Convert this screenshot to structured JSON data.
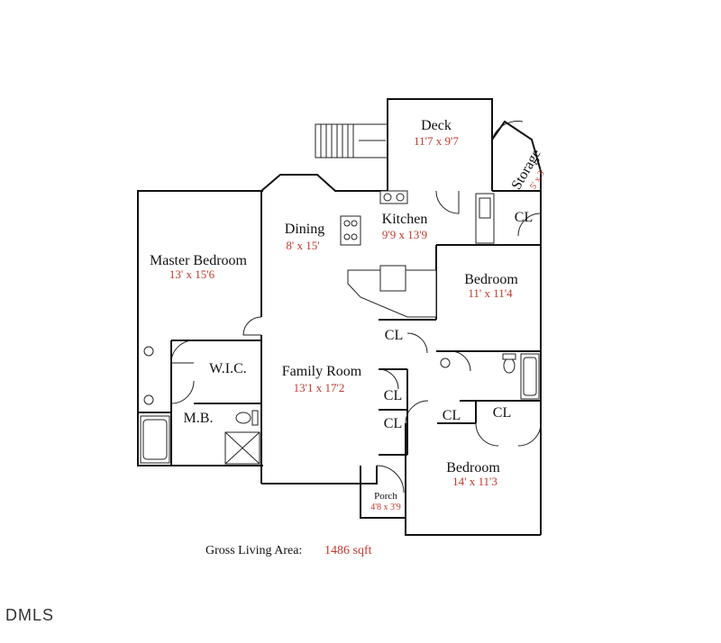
{
  "colors": {
    "dimension_text": "#c0392b",
    "wall": "#111111",
    "background": "#ffffff"
  },
  "rooms": [
    {
      "id": "deck",
      "name": "Deck",
      "dims": "11'7 x 9'7"
    },
    {
      "id": "storage",
      "name": "Storage",
      "dims": "5' x 3'"
    },
    {
      "id": "dining",
      "name": "Dining",
      "dims": "8' x 15'"
    },
    {
      "id": "kitchen",
      "name": "Kitchen",
      "dims": "9'9 x 13'9"
    },
    {
      "id": "master_bedroom",
      "name": "Master Bedroom",
      "dims": "13' x 15'6"
    },
    {
      "id": "bedroom_2",
      "name": "Bedroom",
      "dims": "11' x 11'4"
    },
    {
      "id": "wic",
      "name": "W.I.C.",
      "dims": ""
    },
    {
      "id": "family_room",
      "name": "Family Room",
      "dims": "13'1 x 17'2"
    },
    {
      "id": "mb",
      "name": "M.B.",
      "dims": ""
    },
    {
      "id": "bedroom_3",
      "name": "Bedroom",
      "dims": "14' x 11'3"
    },
    {
      "id": "porch",
      "name": "Porch",
      "dims": "4'8 x 3'9"
    }
  ],
  "closets": [
    "CL",
    "CL",
    "CL",
    "CL",
    "CL",
    "CL"
  ],
  "footer": {
    "gla_label": "Gross Living Area:",
    "gla_value": "1486 sqft"
  },
  "logo": {
    "text": "DMLS"
  }
}
